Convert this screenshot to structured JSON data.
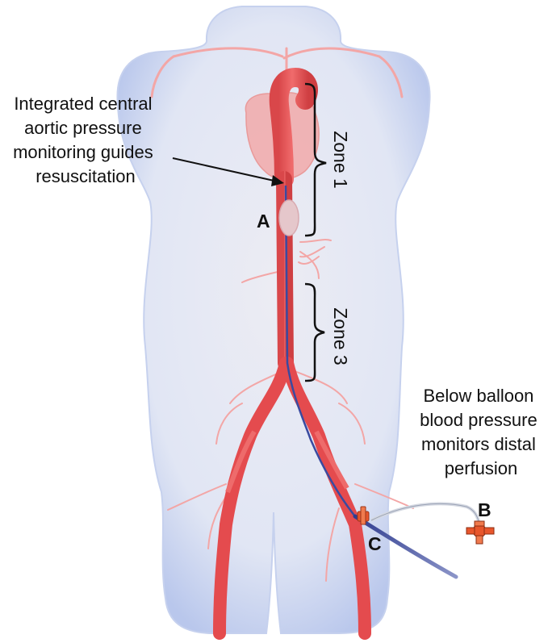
{
  "diagram": {
    "callout_central": [
      "Integrated central",
      "aortic pressure",
      "monitoring guides",
      "resuscitation"
    ],
    "callout_distal": [
      "Below balloon",
      "blood pressure",
      "monitors distal",
      "perfusion"
    ],
    "zone_1": "Zone 1",
    "zone_3": "Zone 3",
    "label_a": "A",
    "label_b": "B",
    "label_c": "C"
  },
  "colors": {
    "body_fill": "#e6e9f5",
    "body_edge": "#b3c1e7",
    "aorta": "#ee5a5c",
    "aorta_dark": "#c23a3d",
    "vessel_faint": "#f2a3a3",
    "heart": "#f1a7a7",
    "catheter": "#3a4aa0",
    "hub": "#e8562c",
    "balloon": "#e2c3c7"
  }
}
